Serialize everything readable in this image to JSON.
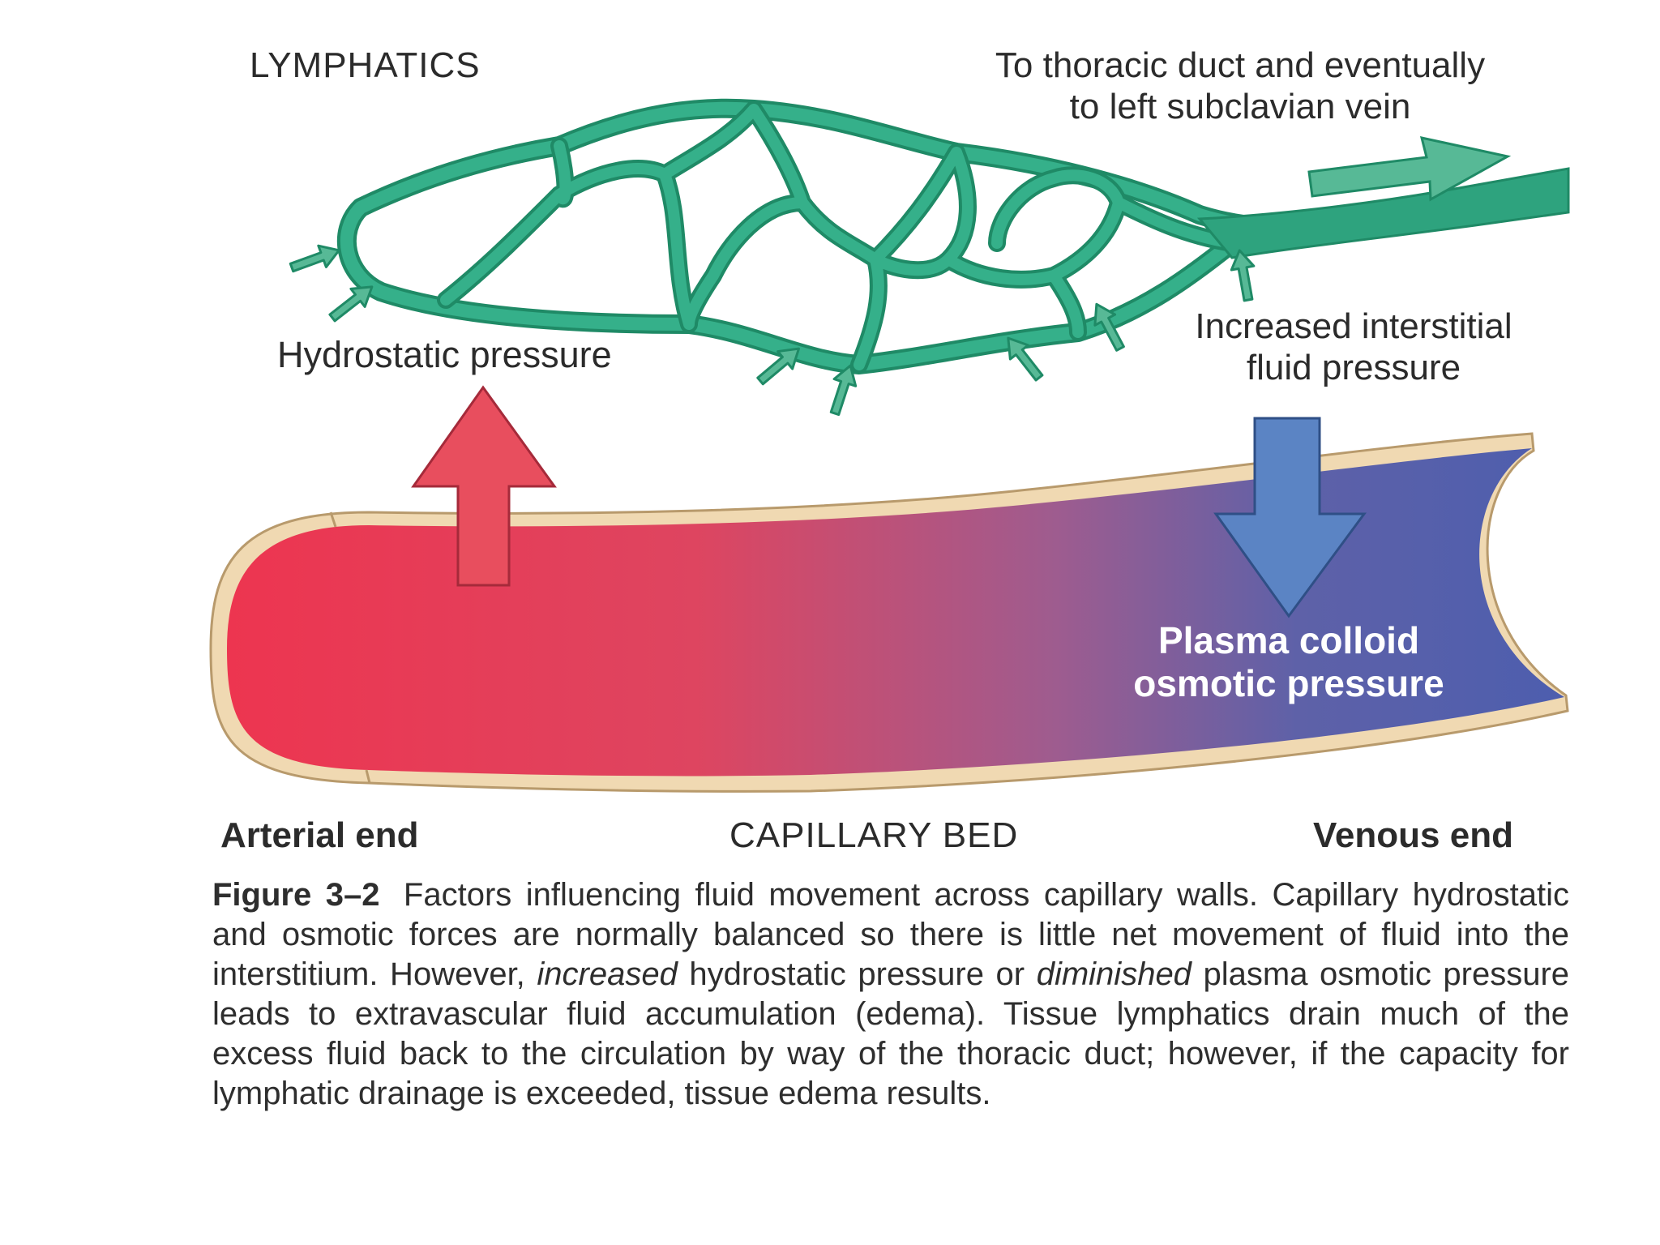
{
  "labels": {
    "lymphatics": "LYMPHATICS",
    "thoracic_line1": "To thoracic duct and eventually",
    "thoracic_line2": "to left subclavian vein",
    "hydrostatic": "Hydrostatic pressure",
    "interstitial_line1": "Increased interstitial",
    "interstitial_line2": "fluid pressure",
    "plasma_line1": "Plasma colloid",
    "plasma_line2": "osmotic pressure",
    "arterial_end": "Arterial end",
    "capillary_bed": "CAPILLARY BED",
    "venous_end": "Venous end"
  },
  "caption": {
    "figure_label": "Figure 3–2",
    "text_1": "Factors influencing fluid movement across capillary walls. Capillary hydrostatic and osmotic forces are normally balanced so there is little net movement of fluid into the interstitium. However,",
    "emph_1": "increased",
    "text_2": "hydrostatic pressure or",
    "emph_2": "diminished",
    "text_3": "plasma osmotic pressure leads to extravascular fluid accumulation (edema). Tissue lymphatics drain much of the excess fluid back to the circulation by way of the thoracic duct; however, if the capacity for lymphatic drainage is exceeded, tissue edema results."
  },
  "colors": {
    "lymphatic": "#2ea37e",
    "arterial_red": "#e9384f",
    "venous_blue": "#4f5dab",
    "vessel_wall": "#f0d9b2",
    "hydrostatic_arrow": "#e84e5e",
    "osmotic_arrow": "#5b84c4"
  }
}
